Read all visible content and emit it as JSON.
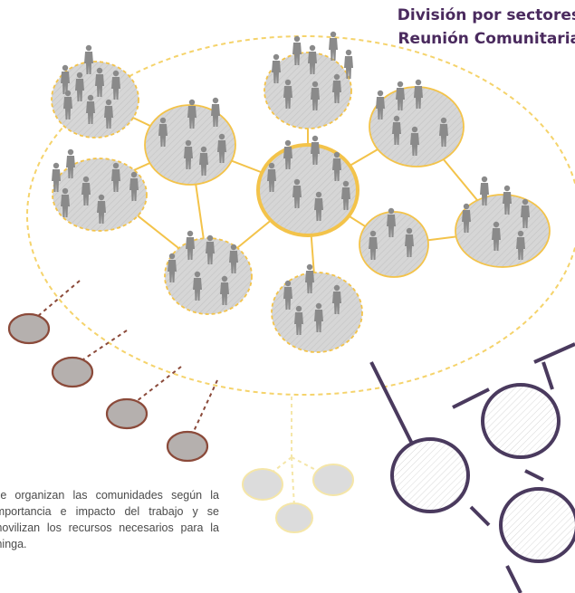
{
  "title": {
    "line1": "División por sectores",
    "line2": "Reunión Comunitaria"
  },
  "caption": "Se organizan las comunidades según la importancia e impacto del trabajo y se movilizan los recursos necesarios para la minga.",
  "colors": {
    "title": "#4a2a5e",
    "dashed_outline": "#f5d36b",
    "sector_ring": "#f3c34a",
    "sector_fill": "#d9d9d9",
    "people": "#8a8a8a",
    "small_nodes_stroke": "#8b4a3a",
    "small_nodes_fill": "#b5b0ae",
    "network": "#4a3a5e",
    "faint_nodes": "#f5e6a8"
  },
  "diagram": {
    "center_group": "center-sector-group",
    "sector_count": 10,
    "people_icon": "person-silhouette-icon"
  }
}
